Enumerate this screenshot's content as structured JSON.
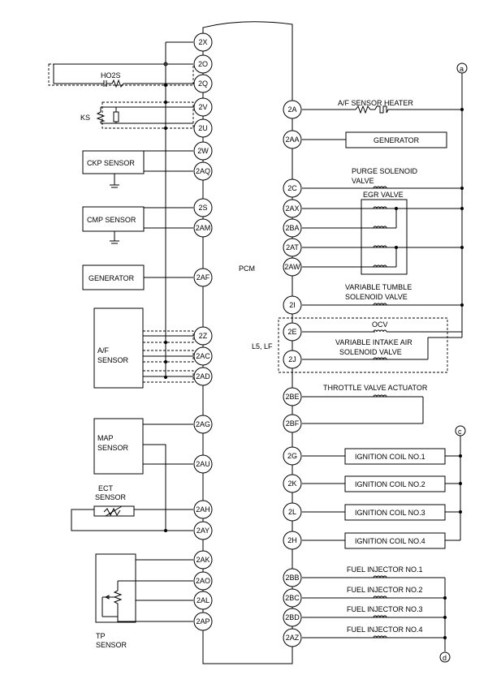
{
  "pcm_label": "PCM",
  "variant_label": "L5, LF",
  "bus_labels": {
    "a": "a",
    "c": "c",
    "d": "d"
  },
  "left_pins": [
    "2X",
    "2O",
    "2Q",
    "2V",
    "2U",
    "2W",
    "2AQ",
    "2S",
    "2AM",
    "2AF",
    "2Z",
    "2AC",
    "2AD",
    "2AG",
    "2AU",
    "2AH",
    "2AY",
    "2AK",
    "2AO",
    "2AL",
    "2AP"
  ],
  "right_pins": [
    "2A",
    "2AA",
    "2C",
    "2AX",
    "2BA",
    "2AT",
    "2AW",
    "2I",
    "2E",
    "2J",
    "2BE",
    "2BF",
    "2G",
    "2K",
    "2L",
    "2H",
    "2BB",
    "2BC",
    "2BD",
    "2AZ"
  ],
  "left": {
    "ho2s": "HO2S",
    "ks": "KS",
    "ckp": "CKP SENSOR",
    "cmp": "CMP SENSOR",
    "generator": "GENERATOR",
    "af_1": "A/F",
    "af_2": "SENSOR",
    "map_1": "MAP",
    "map_2": "SENSOR",
    "ect_1": "ECT",
    "ect_2": "SENSOR",
    "tp_1": "TP",
    "tp_2": "SENSOR"
  },
  "right": {
    "af_heater": "A/F SENSOR HEATER",
    "generator": "GENERATOR",
    "purge_1": "PURGE SOLENOID",
    "purge_2": "VALVE",
    "egr": "EGR VALVE",
    "tumble_1": "VARIABLE TUMBLE",
    "tumble_2": "SOLENOID VALVE",
    "ocv": "OCV",
    "intake_1": "VARIABLE INTAKE AIR",
    "intake_2": "SOLENOID VALVE",
    "throttle": "THROTTLE VALVE ACTUATOR",
    "coil_1": "IGNITION COIL NO.1",
    "coil_2": "IGNITION COIL NO.2",
    "coil_3": "IGNITION COIL NO.3",
    "coil_4": "IGNITION COIL NO.4",
    "inj_1": "FUEL INJECTOR NO.1",
    "inj_2": "FUEL INJECTOR NO.2",
    "inj_3": "FUEL INJECTOR NO.3",
    "inj_4": "FUEL INJECTOR NO.4"
  }
}
